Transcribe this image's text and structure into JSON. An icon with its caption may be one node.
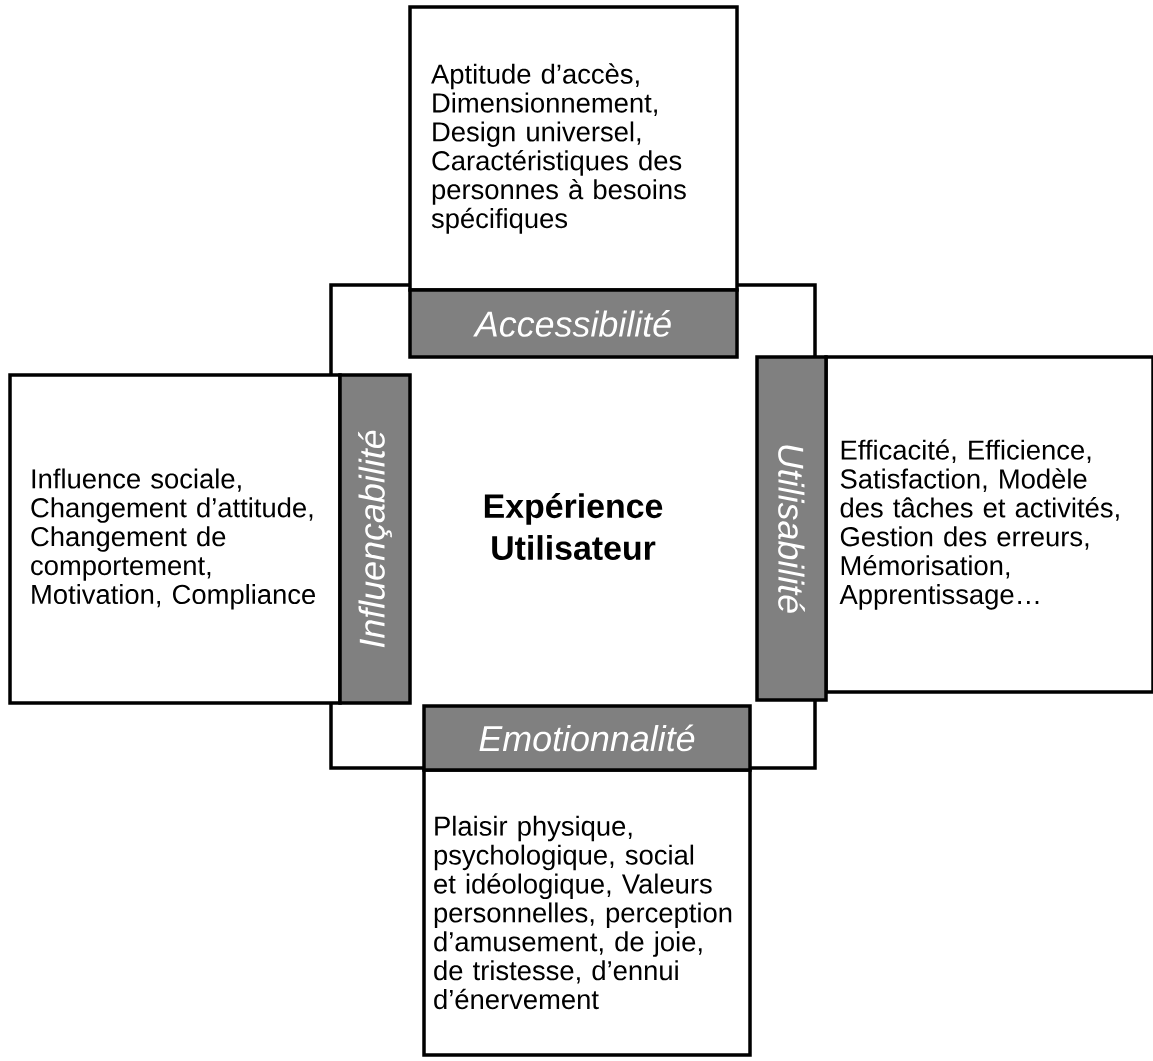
{
  "diagram": {
    "nodes": [
      {
        "text": [
          "Aptitude d’accès, Dimensionnement, Design universel, Caractéristiques des personnes à besoins spécifiques"
        ]
      },
      {
        "text": [
          "Accessibilité"
        ],
        "in": 4
      },
      {
        "text": [
          "Influence sociale, Changement d’attitude, Changement de comportement, Motivation, Compliance"
        ]
      },
      {
        "text": [
          "Influençabilité"
        ],
        "in": 4
      },
      {
        "text": [
          "Expérience Utilisateur"
        ]
      },
      {
        "text": [
          "Utilisabilité"
        ]
      },
      {
        "text": [
          "Efficacité, Efficience, Satisfaction, Modèle des tâches et activités, Gestion des erreurs, Mémorisation, Apprentissage…"
        ]
      },
      {
        "text": [
          "Emotionnalité"
        ],
        "in": 4
      },
      {
        "text": [
          "Plaisir physique, psychologique, social et idéologique, Valeurs personnelles, perception d’amusement, de joie, de tristesse, d’ennui d’énervement"
        ]
      }
    ]
  }
}
